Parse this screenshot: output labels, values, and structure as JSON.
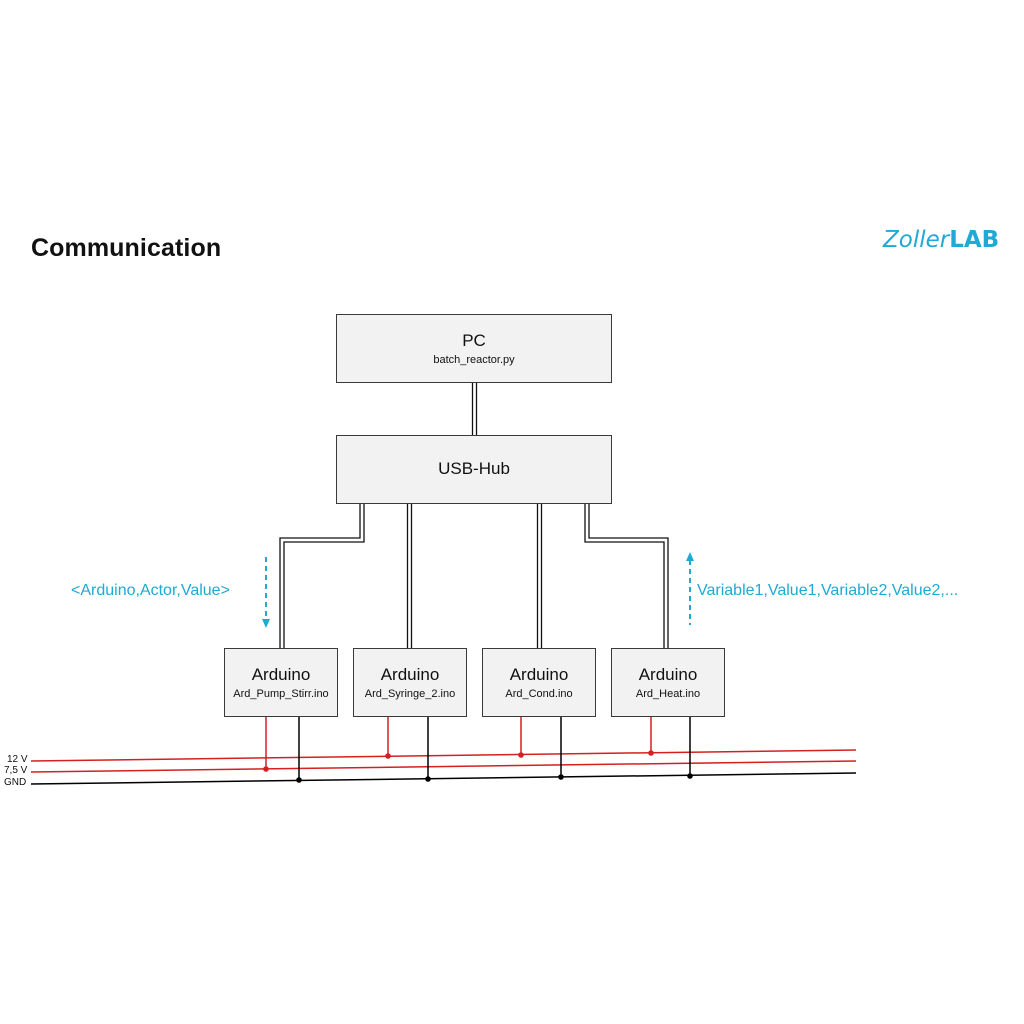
{
  "title": "Communication",
  "logo": {
    "part1": "Zoller",
    "part2": "LAB",
    "color": "#1eaad4"
  },
  "pc": {
    "label": "PC",
    "file": "batch_reactor.py"
  },
  "hub": {
    "label": "USB-Hub"
  },
  "arduinos": [
    {
      "label": "Arduino",
      "file": "Ard_Pump_Stirr.ino"
    },
    {
      "label": "Arduino",
      "file": "Ard_Syringe_2.ino"
    },
    {
      "label": "Arduino",
      "file": "Ard_Cond.ino"
    },
    {
      "label": "Arduino",
      "file": "Ard_Heat.ino"
    }
  ],
  "messages": {
    "to_arduino": "<Arduino,Actor,Value>",
    "from_arduino": "Variable1,Value1,Variable2,Value2,..."
  },
  "rails": {
    "v12": "12 V",
    "v75": "7,5 V",
    "gnd": "GND"
  },
  "colors": {
    "power": "#d42020",
    "ground": "#000000",
    "accent": "#1eaad4",
    "box_fill": "#f2f2f2"
  }
}
